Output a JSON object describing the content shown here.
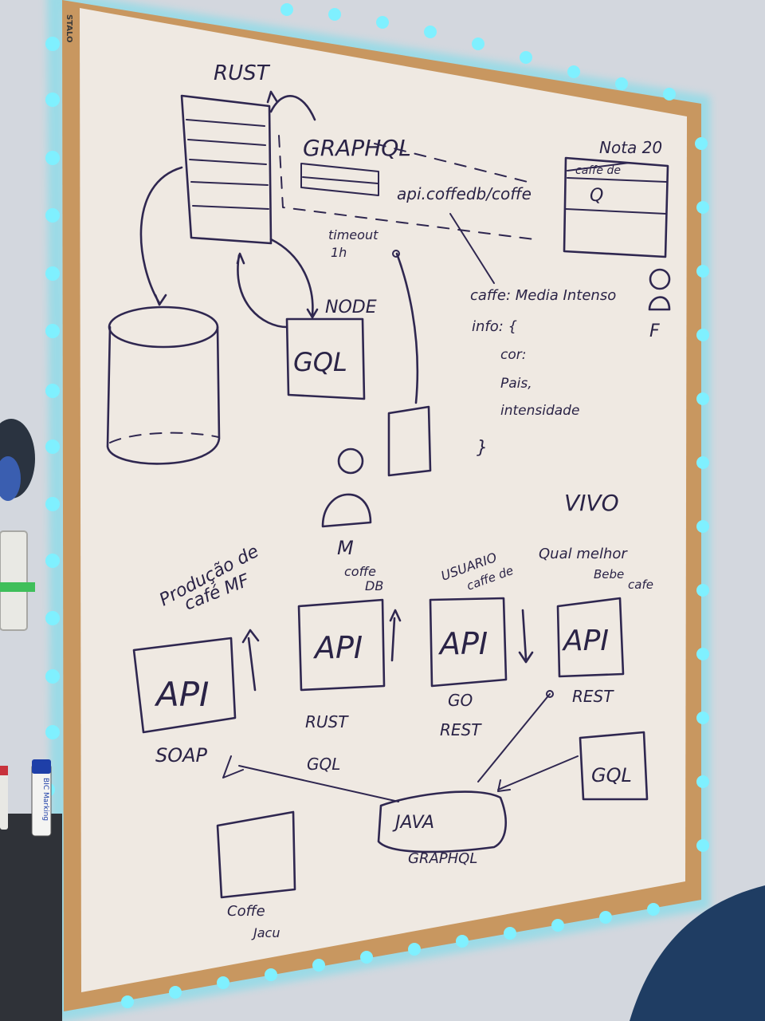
{
  "photo": {
    "board_brand": "STALO",
    "marker_label": "BIC Marking",
    "led_color": "#49d9ea",
    "board_color": "#efe9e2",
    "frame_color": "#c89760",
    "ink_color": "#2f2750"
  },
  "board": {
    "rust": "RUST",
    "graphql": "GRAPHQL",
    "api_url": "api.coffedb/coffe",
    "timeout_line1": "timeout",
    "timeout_line2": "1h",
    "node": "NODE",
    "node_gql": "GQL",
    "nota": "Nota 20",
    "card_strike": "caffe de",
    "card_q": "Q",
    "person_f": "F",
    "json_line1": "caffe: Media Intenso",
    "json_line2": "info: {",
    "json_line3": "cor:",
    "json_line4": "Pais,",
    "json_line5": "intensidade",
    "json_line6": "}",
    "vivo": "VIVO",
    "person_m": "M",
    "coffe_db_line1": "coffe",
    "coffe_db_line2": "DB",
    "producao_line1": "Produção de",
    "producao_line2": "café MF",
    "usuario_line1": "USUARIO",
    "usuario_line2": "caffe de",
    "qual": "Qual melhor",
    "bebe_line1": "Bebe",
    "bebe_line2": "cafe",
    "api1": "API",
    "api2": "API",
    "api3": "API",
    "api4": "API",
    "soap": "SOAP",
    "rust_gql_line1": "RUST",
    "rust_gql_line2": "GQL",
    "go_rest_line1": "GO",
    "go_rest_line2": "REST",
    "rest": "REST",
    "java": "JAVA",
    "java_graphql": "GRAPHQL",
    "gql_box": "GQL",
    "coffe_jacu_line1": "Coffe",
    "coffe_jacu_line2": "Jacu"
  }
}
